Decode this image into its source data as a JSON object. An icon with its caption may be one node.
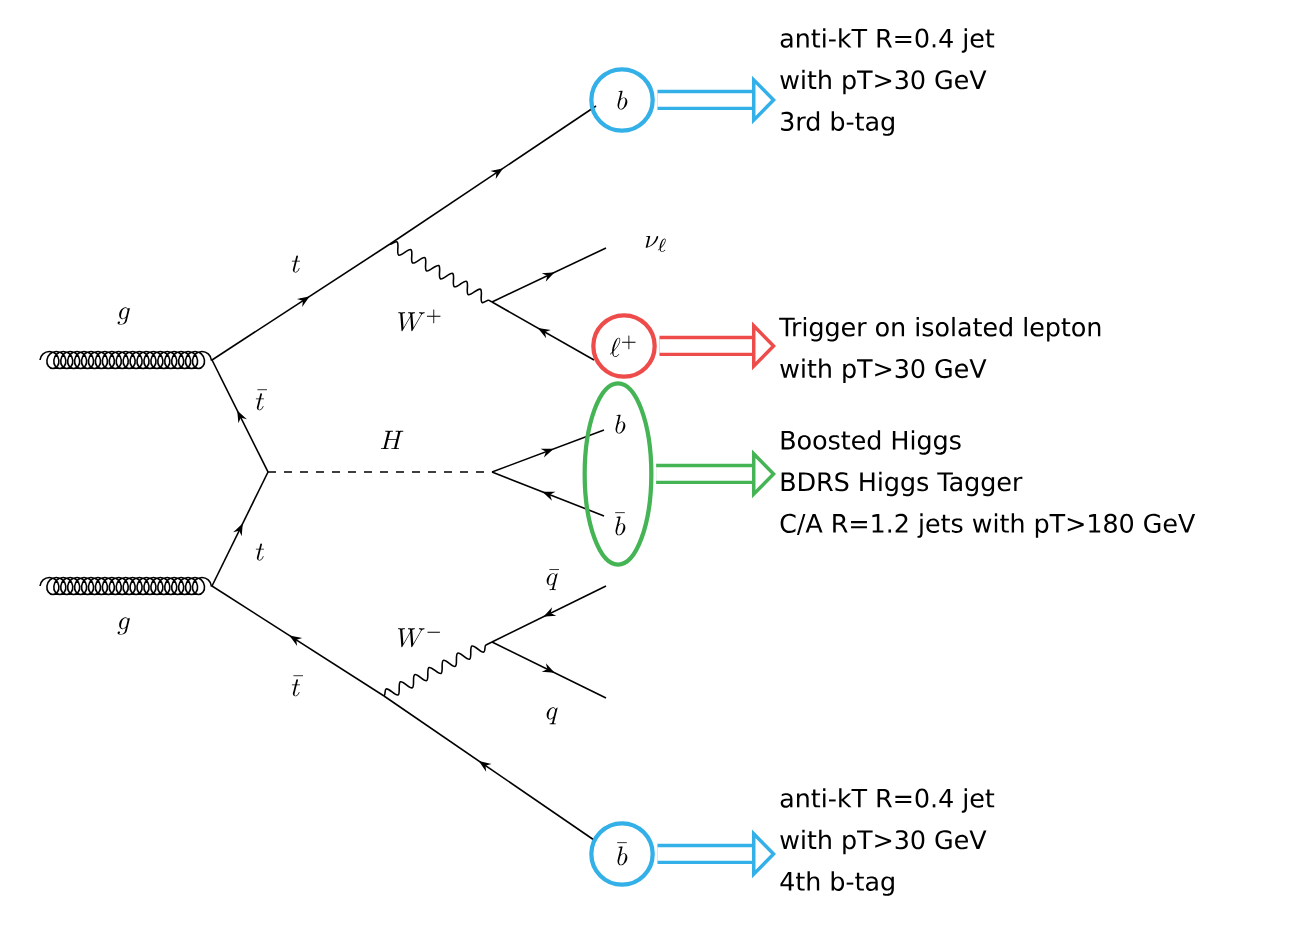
{
  "diagram": {
    "nodes": [
      {
        "text": [
          "b"
        ]
      },
      {
        "text": [
          "anti-kT R=0.4 jet",
          "with pT>30 GeV",
          "3rd b-tag"
        ]
      },
      {
        "text": [
          "\\ell^+"
        ]
      },
      {
        "text": [
          "Trigger on isolated lepton",
          "with pT>30 GeV"
        ]
      },
      {
        "text": [],
        "shape": "ellipse"
      },
      {
        "text": [
          "b"
        ],
        "in": 4
      },
      {
        "text": [
          "\\bar{b}"
        ],
        "in": 4
      },
      {
        "text": [
          "Boosted Higgs",
          "BDRS Higgs Tagger",
          "C/A R=1.2 jets with pT>180 GeV"
        ]
      },
      {
        "text": [
          "\\bar{b}"
        ]
      },
      {
        "text": [
          "anti-kT R=0.4 jet",
          "with pT>30 GeV",
          "4th b-tag"
        ]
      }
    ],
    "edges": [
      {
        "from": 0,
        "to": 1,
        "arrow": "to",
        "color": "#33b0e8"
      },
      {
        "from": 2,
        "to": 3,
        "arrow": "to",
        "color": "#ee4b4b"
      },
      {
        "from": 4,
        "to": 7,
        "arrow": "to",
        "color": "#44b455"
      },
      {
        "from": 8,
        "to": 9,
        "arrow": "to",
        "color": "#33b0e8"
      }
    ],
    "labels": [
      "g",
      "t",
      "W^+",
      "\\nu_\\ell",
      "\\bar{t}",
      "H",
      "t",
      "g",
      "\\bar{q}",
      "W^-",
      "\\bar{t}",
      "q"
    ]
  }
}
